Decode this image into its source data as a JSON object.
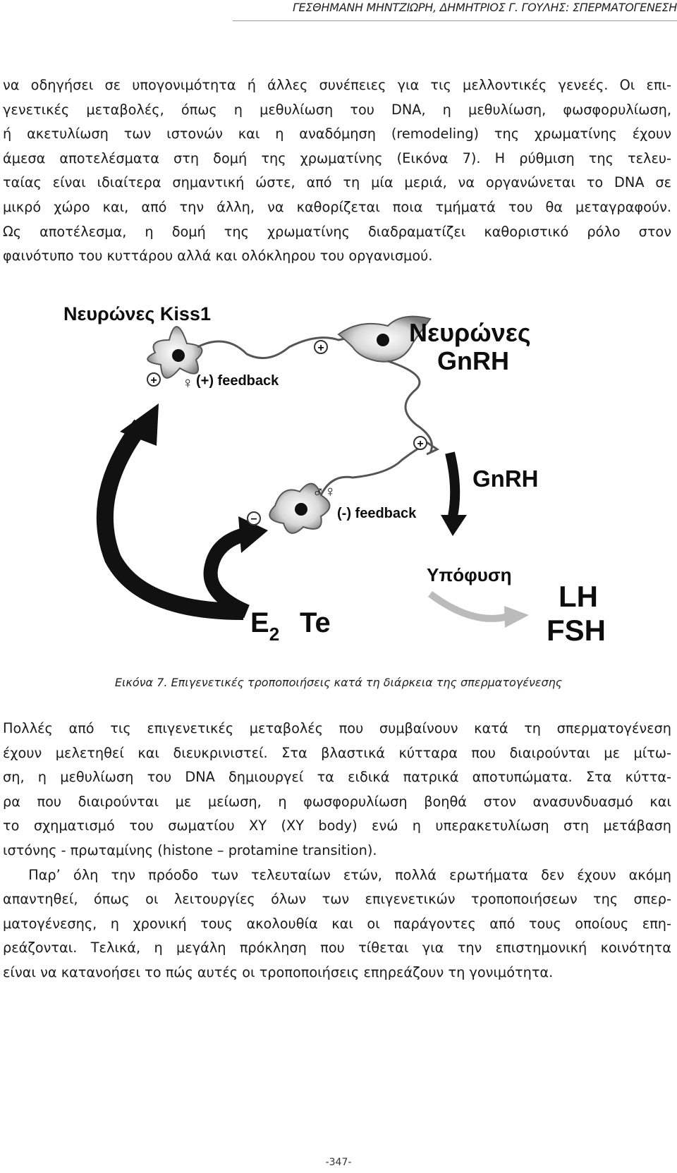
{
  "header": {
    "running_title": "ΓΕΣΘΗΜΑΝΗ ΜΗΝΤΖΙΩΡΗ, ΔΗΜΗΤΡΙΟΣ Γ. ΓΟΥΛΗΣ: ΣΠΕΡΜΑΤΟΓΕΝΕΣΗ"
  },
  "paragraph1": [
    "να οδηγήσει σε υπογονιμότητα ή άλλες συνέπειες για τις μελλοντικές γενεές. Οι επι-",
    "γενετικές μεταβολές, όπως η μεθυλίωση του DNA, η μεθυλίωση, φωσφορυλίωση,",
    "ή ακετυλίωση των ιστονών και η αναδόμηση (remodeling) της χρωματίνης έχουν",
    "άμεσα αποτελέσματα στη δομή της χρωματίνης (Εικόνα 7). Η ρύθμιση της τελευ-",
    "ταίας είναι ιδιαίτερα σημαντική ώστε, από τη μία μεριά, να οργανώνεται το DNA σε",
    "μικρό χώρο και, από την άλλη, να καθορίζεται ποια τμήματά του θα μεταγραφούν.",
    "Ως αποτέλεσμα, η δομή της χρωματίνης διαδραματίζει καθοριστικό ρόλο στον",
    "φαινότυπο του κυττάρου αλλά και ολόκληρου του οργανισμού."
  ],
  "figure": {
    "kiss1_label": "Νευρώνες Kiss1",
    "gnrh_neurons_label_line1": "Νευρώνες",
    "gnrh_neurons_label_line2": "GnRH",
    "positive_feedback": "(+) feedback",
    "negative_feedback": "(-) feedback",
    "gnrh_label": "GnRH",
    "pituitary_label": "Υπόφυση",
    "lh_label": "LH",
    "fsh_label": "FSH",
    "e2_label": "E",
    "e2_subscript": "2",
    "te_label": "Te",
    "plus_symbol": "+",
    "minus_symbol": "−",
    "female_symbol": "♀",
    "male_symbol": "♂"
  },
  "caption": "Εικόνα 7. Επιγενετικές τροποποιήσεις κατά τη διάρκεια της σπερματογένεσης",
  "paragraph2": [
    "Πολλές από τις επιγενετικές μεταβολές που συμβαίνουν κατά τη σπερματογένεση",
    "έχουν μελετηθεί και διευκρινιστεί. Στα βλαστικά κύτταρα που διαιρούνται με μίτω-",
    "ση, η μεθυλίωση του DNA δημιουργεί τα ειδικά πατρικά αποτυπώματα. Στα κύττα-",
    "ρα που διαιρούνται με μείωση, η φωσφορυλίωση βοηθά στον ανασυνδυασμό και",
    "το σχηματισμό του σωματίου XY (XY body) ενώ η υπερακετυλίωση στη μετάβαση",
    "ιστόνης - πρωταμίνης (histone – protamine transition).",
    "  Παρ’ όλη την πρόοδο των τελευταίων ετών, πολλά ερωτήματα δεν έχουν ακόμη",
    "απαντηθεί, όπως οι λειτουργίες όλων των επιγενετικών τροποποιήσεων της σπερ-",
    "ματογένεσης, η χρονική τους ακολουθία και οι παράγοντες από τους οποίους επη-",
    "ρεάζονται. Τελικά, η μεγάλη πρόκληση που τίθεται για την επιστημονική κοινότητα",
    "είναι να κατανοήσει το πώς αυτές οι τροποποιήσεις επηρεάζουν τη γονιμότητα."
  ],
  "page_number": "-347-"
}
